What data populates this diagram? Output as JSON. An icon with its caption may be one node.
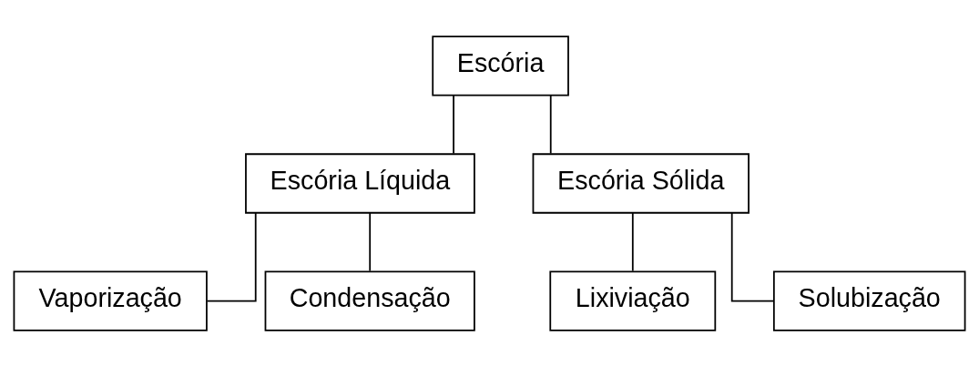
{
  "diagram": {
    "nodes": [
      {
        "text": [
          "Escória"
        ]
      },
      {
        "text": [
          "Escória Líquida"
        ]
      },
      {
        "text": [
          "Escória Sólida"
        ]
      },
      {
        "text": [
          "Vaporização"
        ]
      },
      {
        "text": [
          "Condensação"
        ]
      },
      {
        "text": [
          "Lixiviação"
        ]
      },
      {
        "text": [
          "Solubização"
        ]
      }
    ],
    "edges": [
      {
        "from": 0,
        "to": 1,
        "arrow": "none"
      },
      {
        "from": 0,
        "to": 2,
        "arrow": "none"
      },
      {
        "from": 1,
        "to": 3,
        "arrow": "none"
      },
      {
        "from": 1,
        "to": 4,
        "arrow": "none"
      },
      {
        "from": 2,
        "to": 5,
        "arrow": "none"
      },
      {
        "from": 2,
        "to": 6,
        "arrow": "none"
      }
    ]
  }
}
